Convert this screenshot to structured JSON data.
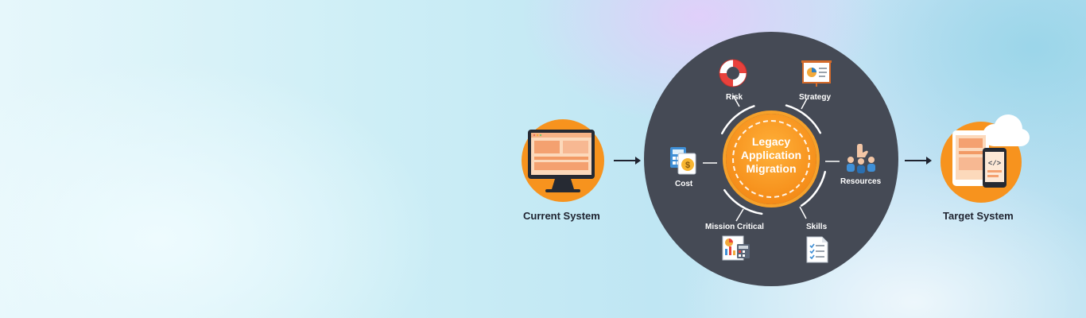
{
  "source": {
    "label": "Current System",
    "icon": "desktop-monitor-icon"
  },
  "target": {
    "label": "Target System",
    "icon": "cloud-devices-icon"
  },
  "hub": {
    "title": "Legacy\nApplication\nMigration",
    "factors": [
      {
        "label": "Risk",
        "icon": "lifebuoy-icon"
      },
      {
        "label": "Strategy",
        "icon": "presentation-board-icon"
      },
      {
        "label": "Cost",
        "icon": "calculator-coin-icon"
      },
      {
        "label": "Resources",
        "icon": "team-hand-icon"
      },
      {
        "label": "Mission Critical",
        "icon": "report-chart-icon"
      },
      {
        "label": "Skills",
        "icon": "checklist-icon"
      }
    ]
  },
  "colors": {
    "accent": "#f7931e",
    "hub": "#454a55",
    "text": "#1f2330"
  }
}
